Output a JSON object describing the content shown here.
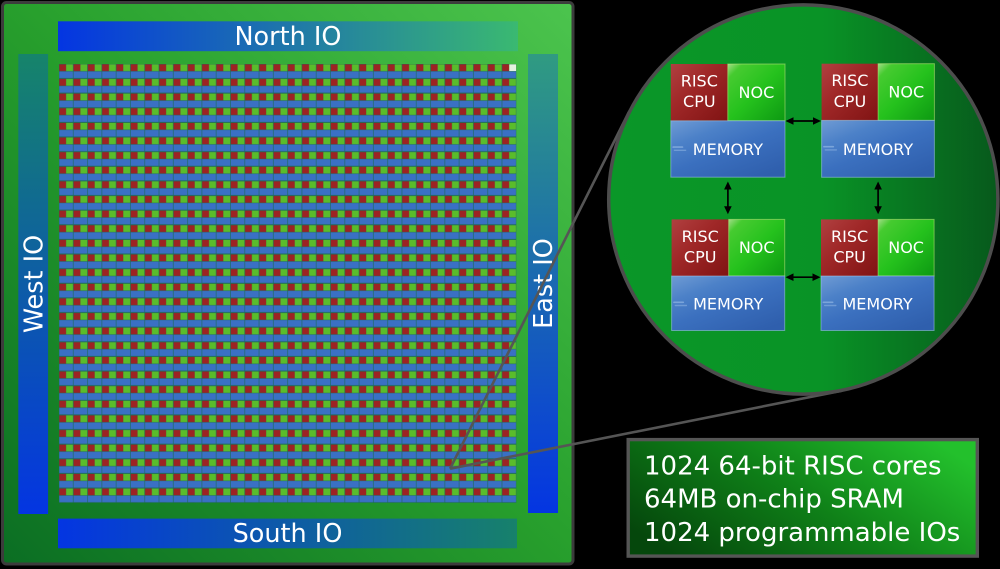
{
  "chip": {
    "io_bars": {
      "north": "North IO",
      "south": "South IO",
      "west": "West IO",
      "east": "East IO"
    },
    "core_grid": {
      "columns": 32,
      "rows": 30,
      "highlighted_tile": "top-right"
    }
  },
  "zoom_view": {
    "tile_count": 4,
    "tile": {
      "cpu_line1": "RISC",
      "cpu_line2": "CPU",
      "noc": "NOC",
      "memory": "MEMORY"
    }
  },
  "info_box": {
    "line1": "1024 64-bit RISC cores",
    "line2": "64MB on-chip SRAM",
    "line3": "1024 programmable IOs"
  },
  "colors": {
    "background": "#000000",
    "text": "#ffffff",
    "chip_border": "#3c3c3c",
    "chip_dark": "#0b6e23",
    "chip_mid": "#28a02d",
    "chip_bright": "#4cc44e",
    "io_blue": "#0435e2",
    "io_teal_north": "#3ab971",
    "io_teal_south": "#17816b",
    "io_teal_west": "#16846a",
    "io_teal_east": "#309b81",
    "grid_gap": "#1d6b5a",
    "grid_cpu_red": "#9d2323",
    "grid_noc_green": "#5abc2b",
    "grid_mem_blue": "#3a70c4",
    "grid_highlight": "#e4f2df",
    "circle_bright": "#0a9728",
    "circle_dark": "#07591c",
    "circle_border": "#4d4d4d",
    "risc_light": "#b04040",
    "risc_mid": "#a02828",
    "risc_dark": "#801313",
    "noc_gloss": "#a2dd87",
    "noc_bright": "#25c21d",
    "noc_dark": "#0d9912",
    "mem_light": "#6f9bd4",
    "mem_mid": "#3b70bf",
    "mem_dark": "#2f5fad",
    "arrow_black": "#000000",
    "callout_gray": "#555555",
    "box_dark": "#05470c",
    "box_mid": "#0f8018",
    "box_bright": "#23c02c"
  }
}
